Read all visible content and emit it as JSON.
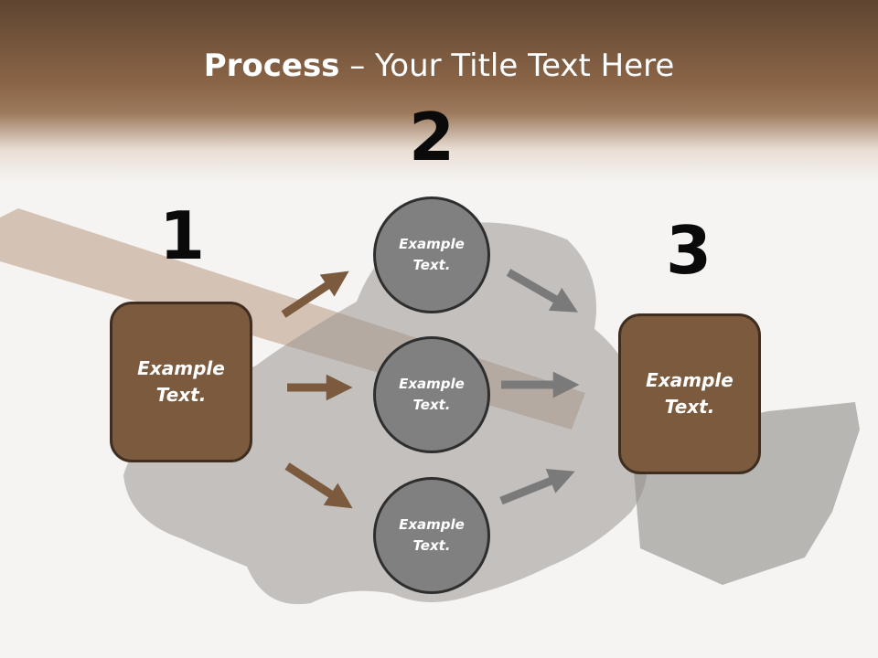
{
  "slide": {
    "title_bold": "Process",
    "title_rest": " – Your Title Text Here"
  },
  "steps": [
    {
      "number": "1",
      "text": "Example Text."
    },
    {
      "number": "2",
      "text": ""
    },
    {
      "number": "3",
      "text": "Example Text."
    }
  ],
  "circles": [
    {
      "text": "Example Text."
    },
    {
      "text": "Example Text."
    },
    {
      "text": "Example Text."
    }
  ],
  "colors": {
    "header_brown": "#8a6446",
    "box_fill": "#7b5a3e",
    "box_border": "#3f2e20",
    "circle_fill": "#808080",
    "arrow_brown": "#7b5a3e",
    "arrow_gray": "#7a7a7a"
  }
}
